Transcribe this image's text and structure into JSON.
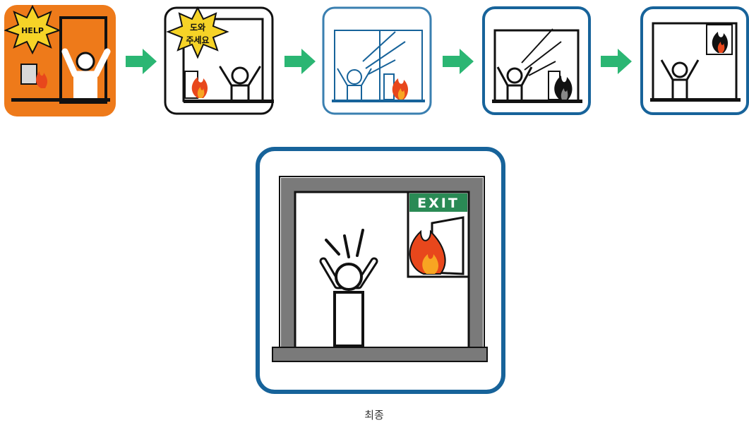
{
  "colors": {
    "orange": "#ee7a1a",
    "blue_light": "#3a7fb0",
    "blue_dark": "#17639a",
    "black": "#111111",
    "gray": "#7a7a7a",
    "green_arrow": "#2bb673",
    "star_yellow": "#f6d327",
    "exit_green": "#2a8a55",
    "fire_red": "#e8471c",
    "fire_orange": "#f8a522"
  },
  "steps": [
    {
      "id": 1,
      "bubble_text": "HELP",
      "style": "orange"
    },
    {
      "id": 2,
      "bubble_text_line1": "도와",
      "bubble_text_line2": "주세요",
      "style": "black-outline"
    },
    {
      "id": 3,
      "style": "blue-light"
    },
    {
      "id": 4,
      "style": "blue-dark"
    },
    {
      "id": 5,
      "style": "blue-dark"
    }
  ],
  "final_panel": {
    "exit_sign": "EXIT"
  },
  "caption": "최종"
}
